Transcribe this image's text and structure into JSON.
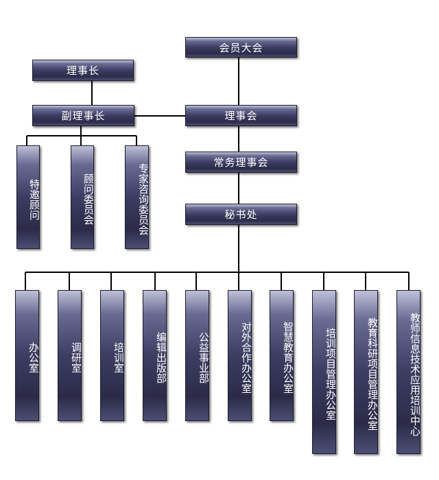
{
  "org_chart": {
    "top_nodes": {
      "general_assembly": "会员大会",
      "council": "理事会",
      "standing_council": "常务理事会",
      "secretariat": "秘书处",
      "chairman": "理事长",
      "vice_chairman": "副理事长"
    },
    "advisory": [
      "特邀顾问",
      "顾问委员会",
      "专家咨询委员会"
    ],
    "departments": [
      "办公室",
      "调研室",
      "培训室",
      "编辑出版部",
      "公益事业部",
      "对外合作办公室",
      "智慧教育办公室",
      "培训项目管理办公室",
      "教育科研项目管理办公室",
      "教师信息技术应用培训中心"
    ]
  },
  "colors": {
    "box_dark": "#2b2b48",
    "box_light": "#bfc0d8",
    "line": "#000000",
    "text": "#ffffff"
  }
}
